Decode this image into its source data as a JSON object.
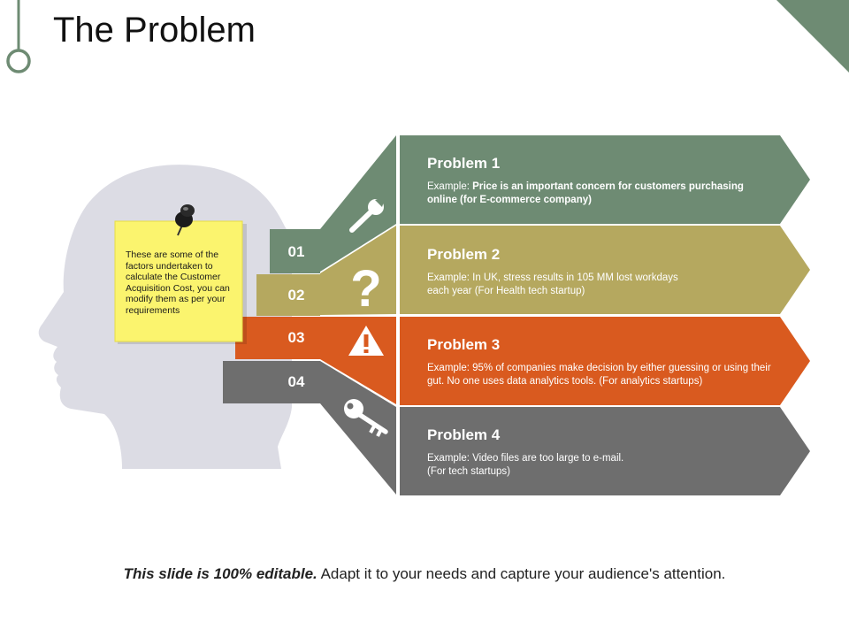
{
  "title": "The Problem",
  "note": "These are some of the factors undertaken to calculate the Customer Acquisition Cost, you can modify them as per your requirements",
  "colors": {
    "green": "#6e8b73",
    "olive": "#b5a85f",
    "orange": "#d95a1f",
    "gray": "#6e6e6e",
    "head": "#dcdce4",
    "note": "#fbf46e"
  },
  "numbers": [
    "01",
    "02",
    "03",
    "04"
  ],
  "icons": [
    "wrench-icon",
    "question-mark-icon",
    "warning-icon",
    "key-icon"
  ],
  "problems": [
    {
      "title": "Problem 1",
      "prefix": "Example: ",
      "text": "Price is an important concern for customers purchasing online (for E-commerce company)",
      "bold": true
    },
    {
      "title": "Problem 2",
      "prefix": "Example: ",
      "text": "In UK, stress results in 105 MM lost workdays each year (For Health tech startup)",
      "bold": false
    },
    {
      "title": "Problem 3",
      "prefix": "Example: ",
      "text": "95% of companies make decision by either guessing or using their gut. No one uses data analytics tools. (For analytics startups)",
      "bold": false
    },
    {
      "title": "Problem 4",
      "prefix": "Example: ",
      "text": "Video files are too large to e-mail. (For tech startups)",
      "bold": false
    }
  ],
  "footer": {
    "emphasis": "This slide is 100% editable.",
    "rest": " Adapt it to your needs and capture your audience's attention."
  }
}
